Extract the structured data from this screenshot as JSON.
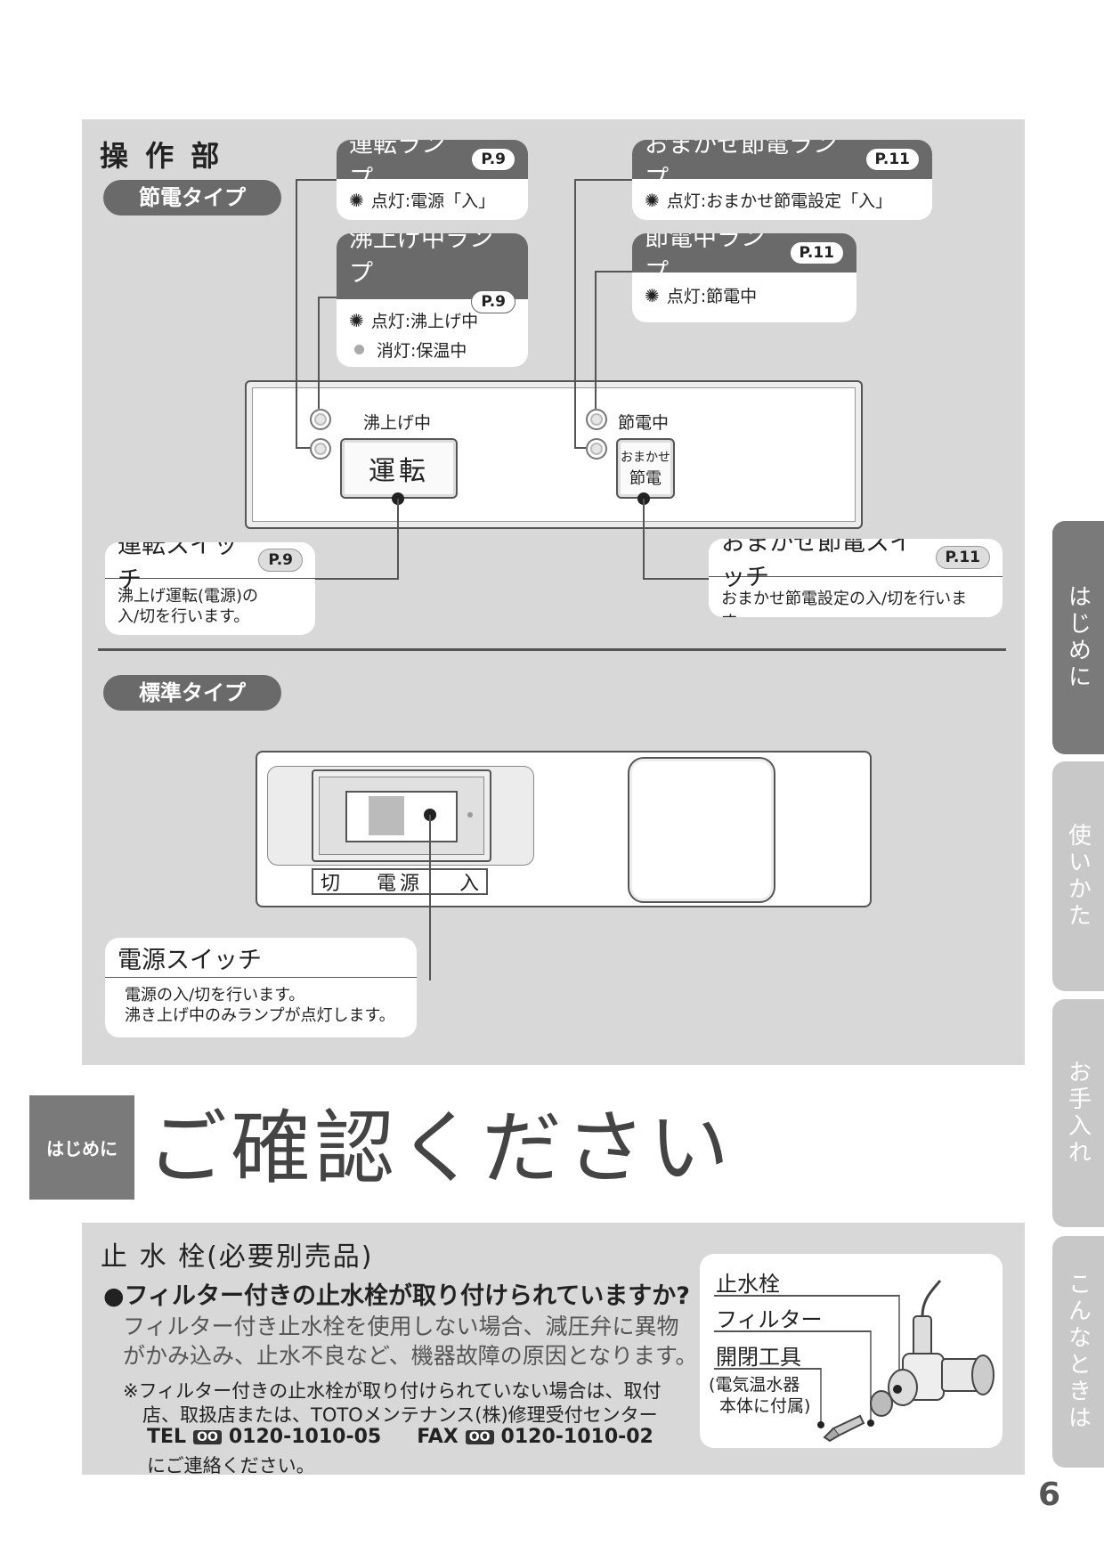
{
  "section1": {
    "title": "操 作 部",
    "type_setsuden": "節電タイプ",
    "type_hyojun": "標準タイプ"
  },
  "callouts": {
    "unten_lamp": {
      "title": "運転ランプ",
      "ref": "P.9",
      "line1": "点灯:電源「入」"
    },
    "omakase_lamp": {
      "title": "おまかせ節電ランプ",
      "ref": "P.11",
      "line1": "点灯:おまかせ節電設定「入」"
    },
    "wakiage_lamp": {
      "title": "沸上げ中ランプ",
      "ref": "P.9",
      "line1": "点灯:沸上げ中",
      "line2": "消灯:保温中"
    },
    "setsuden_lamp": {
      "title": "節電中ランプ",
      "ref": "P.11",
      "line1": "点灯:節電中"
    },
    "unten_switch": {
      "title": "運転スイッチ",
      "ref": "P.9",
      "line1": "沸上げ運転(電源)の",
      "line2": "入/切を行います。"
    },
    "omakase_switch": {
      "title": "おまかせ節電スイッチ",
      "ref": "P.11",
      "line1": "おまかせ節電設定の入/切を行います。"
    },
    "power_switch": {
      "title": "電源スイッチ",
      "line1": "電源の入/切を行います。",
      "line2": "沸き上げ中のみランプが点灯します。"
    }
  },
  "panel1": {
    "label_wakiage": "沸上げ中",
    "label_setsuden": "節電中",
    "btn_unten": "運転",
    "btn_omakase_top": "おまかせ",
    "btn_omakase_bottom": "節電"
  },
  "panel2": {
    "label_off": "切",
    "label_power": "電源",
    "label_on": "入"
  },
  "section2": {
    "badge": "はじめに",
    "heading": "ご確認ください",
    "subtitle": "止 水 栓(必要別売品)",
    "question": "●フィルター付きの止水栓が取り付けられていますか?",
    "desc1": "フィルター付き止水栓を使用しない場合、減圧弁に異物",
    "desc2": "がかみ込み、止水不良など、機器故障の原因となります。",
    "note1": "※フィルター付きの止水栓が取り付けられていない場合は、取付",
    "note2": "店、取扱店または、TOTOメンテナンス(株)修理受付センター",
    "tel_label": "TEL",
    "tel_number": "0120-1010-05",
    "fax_label": "FAX",
    "fax_number": "0120-1010-02",
    "freedial_mark": "OO",
    "note3": "にご連絡ください。",
    "diagram": {
      "label1": "止水栓",
      "label2": "フィルター",
      "label3": "開閉工具",
      "label4a": "(電気温水器",
      "label4b": "本体に付属)"
    }
  },
  "side_tabs": [
    "はじめに",
    "使いかた",
    "お手入れ",
    "こんなときは"
  ],
  "page_number": "6",
  "colors": {
    "panel_bg": "#d8d8d8",
    "dark_grey": "#6a6a6a",
    "tab_active": "#7a7a7a",
    "tab_inactive": "#c8c8c8"
  }
}
